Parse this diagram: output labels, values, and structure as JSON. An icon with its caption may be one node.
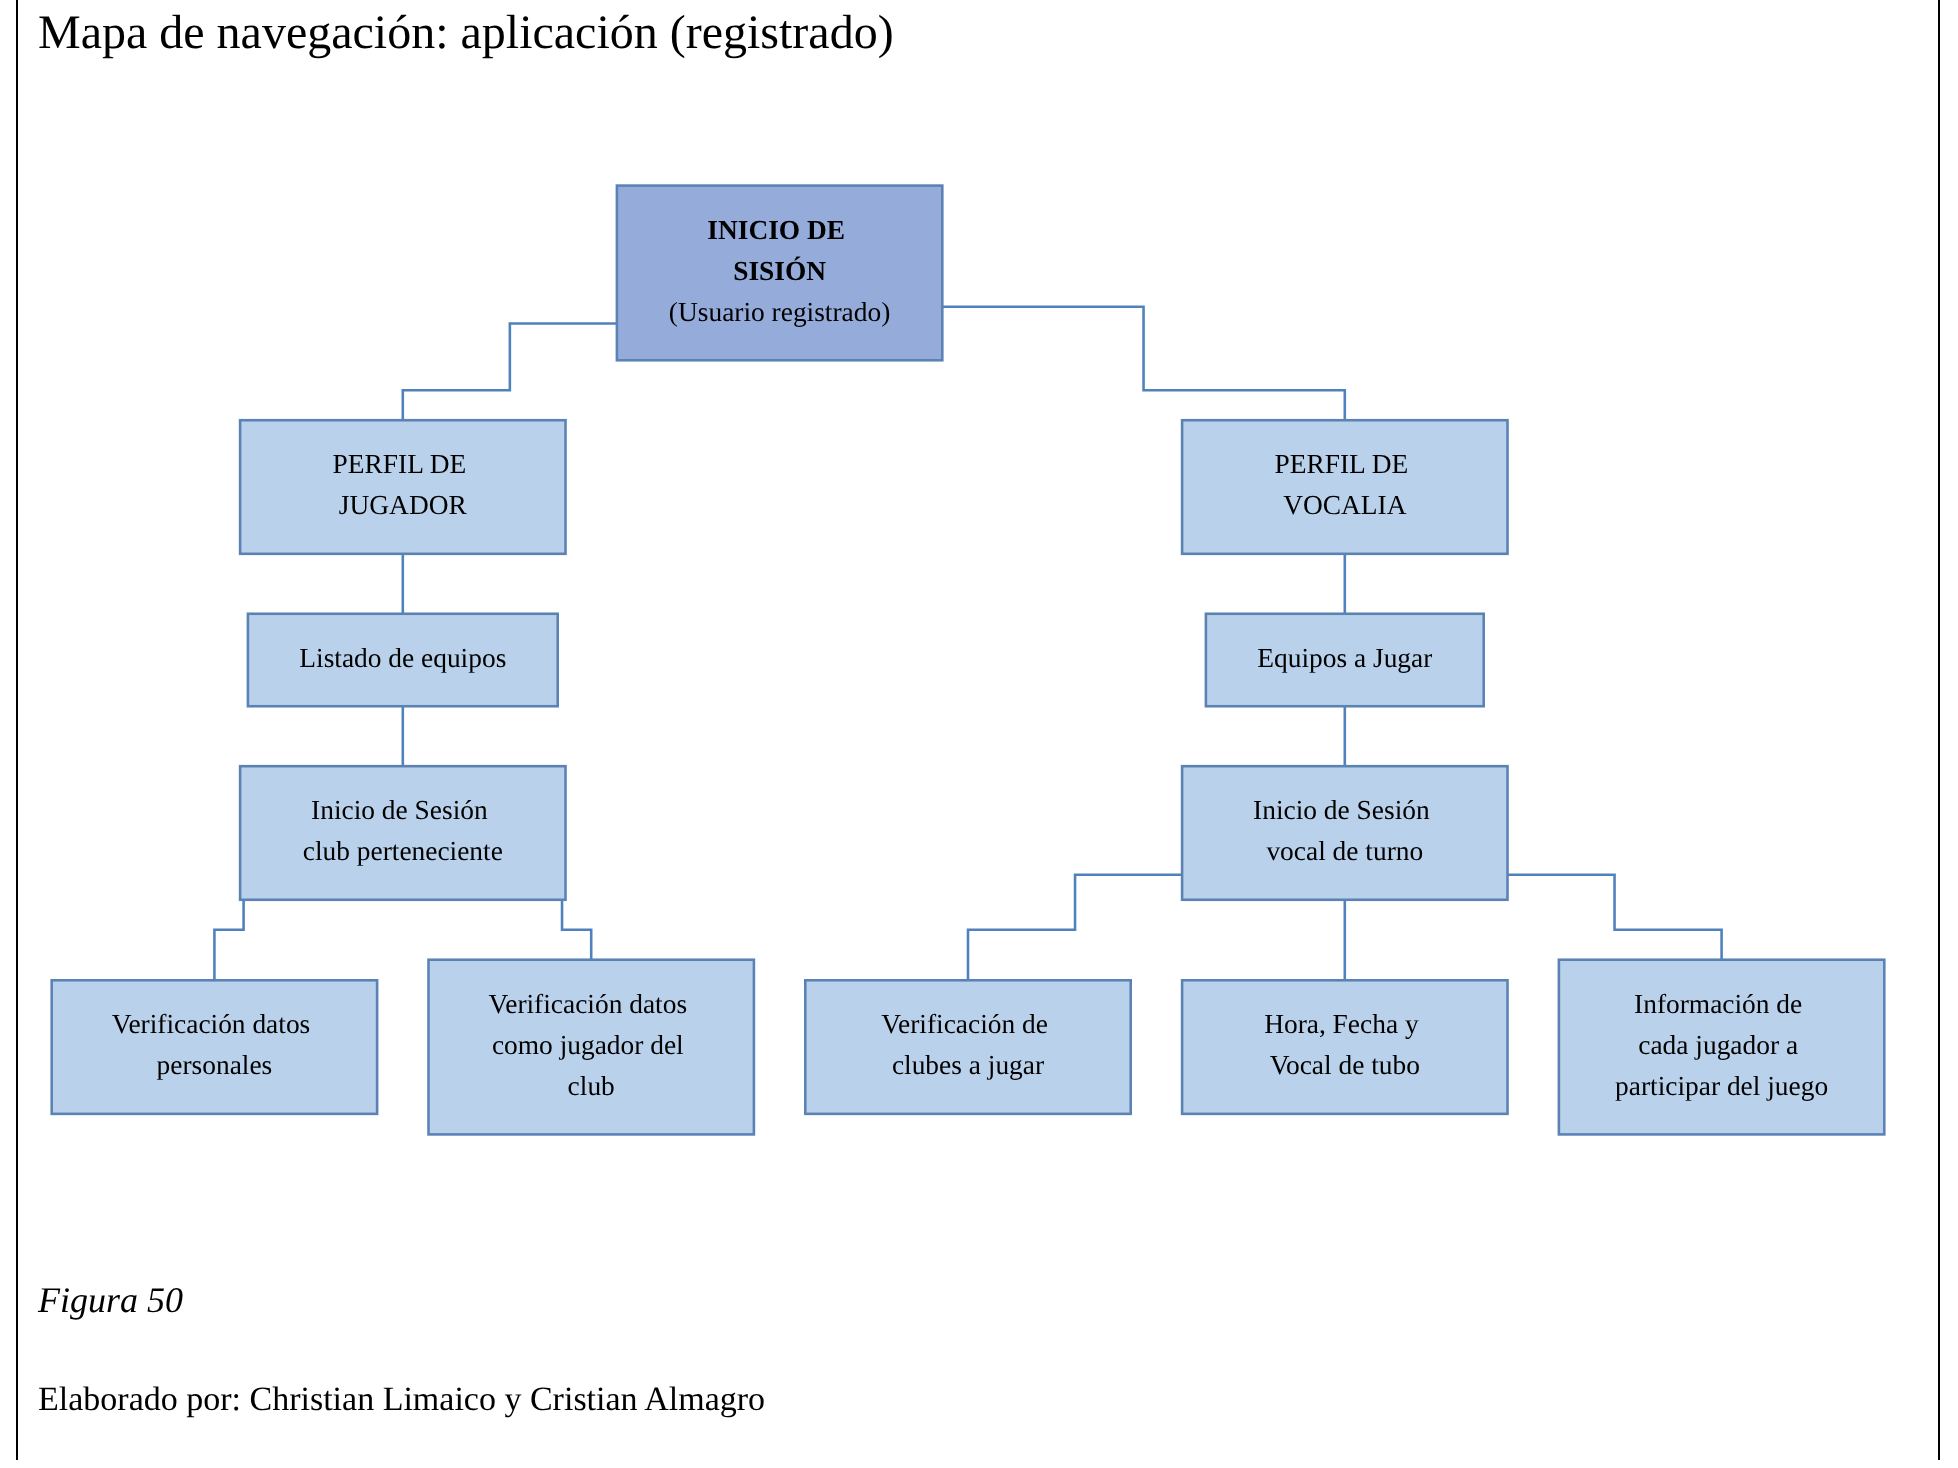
{
  "diagram": {
    "title": "Mapa de navegación: aplicación (registrado)",
    "caption": "Figura 50",
    "nodes": [
      {
        "text": [
          "INICIO DE SISIÓN",
          "(Usuario registrado)"
        ]
      },
      {
        "text": [
          "PERFIL DE JUGADOR"
        ]
      },
      {
        "text": [
          "PERFIL DE VOCALIA"
        ]
      },
      {
        "text": [
          "Listado de equipos"
        ]
      },
      {
        "text": [
          "Equipos a Jugar"
        ]
      },
      {
        "text": [
          "Inicio de Sesión club perteneciente"
        ]
      },
      {
        "text": [
          "Inicio de Sesión vocal de turno"
        ]
      },
      {
        "text": [
          "Verificación datos personales"
        ]
      },
      {
        "text": [
          "Verificación datos como jugador del club"
        ]
      },
      {
        "text": [
          "Verificación de clubes a jugar"
        ]
      },
      {
        "text": [
          "Hora, Fecha y Vocal de tubo"
        ]
      },
      {
        "text": [
          "Información de cada jugador a participar del juego"
        ]
      }
    ],
    "edges": [
      {
        "from": 0,
        "to": 1,
        "arrow": "none"
      },
      {
        "from": 0,
        "to": 2,
        "arrow": "none"
      },
      {
        "from": 1,
        "to": 3,
        "arrow": "none"
      },
      {
        "from": 2,
        "to": 4,
        "arrow": "none"
      },
      {
        "from": 3,
        "to": 5,
        "arrow": "none"
      },
      {
        "from": 4,
        "to": 6,
        "arrow": "none"
      },
      {
        "from": 5,
        "to": 7,
        "arrow": "none"
      },
      {
        "from": 5,
        "to": 8,
        "arrow": "none"
      },
      {
        "from": 6,
        "to": 9,
        "arrow": "none"
      },
      {
        "from": 6,
        "to": 10,
        "arrow": "none"
      },
      {
        "from": 6,
        "to": 11,
        "arrow": "none"
      }
    ],
    "labels": [
      "Elaborado por: Christian Limaico y Cristian Almagro"
    ]
  }
}
